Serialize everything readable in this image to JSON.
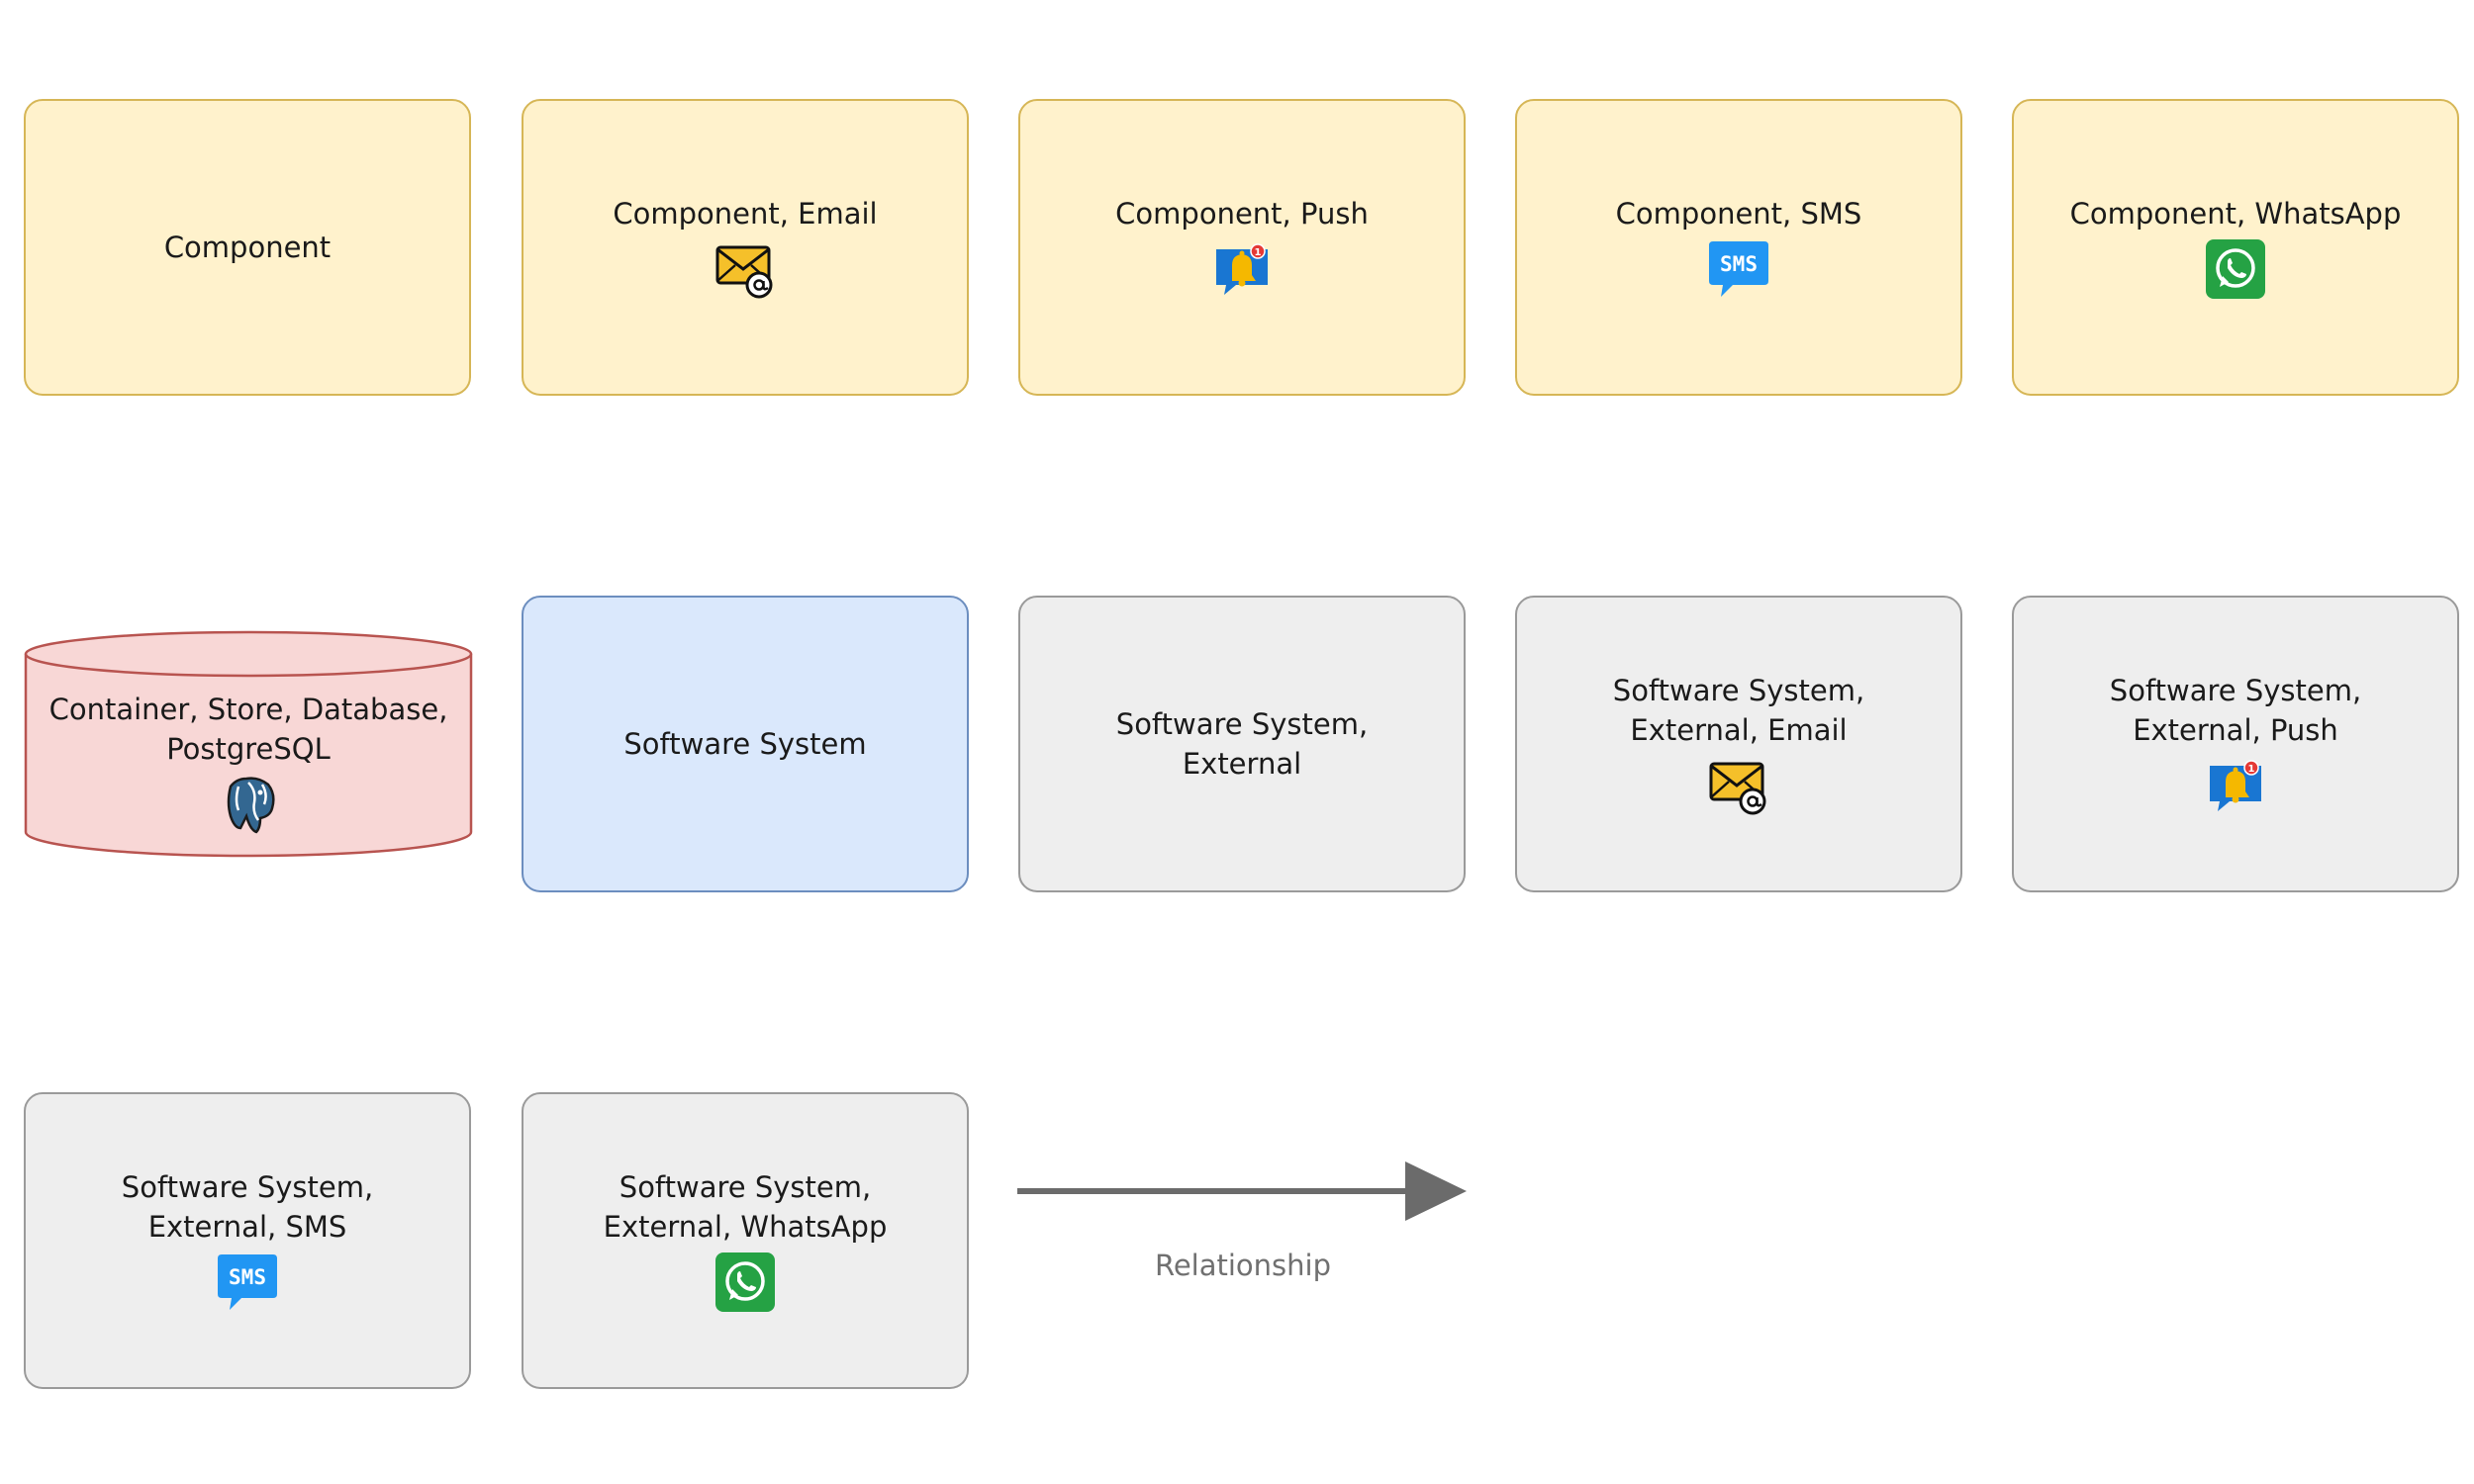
{
  "colors": {
    "component_fill": "#fff2cc",
    "component_border": "#d6b656",
    "system_fill": "#dae8fc",
    "system_border": "#6c8ebf",
    "external_fill": "#eeeeee",
    "external_border": "#9a9a9a",
    "database_fill": "#f8d7d6",
    "database_border": "#b85450",
    "relationship_color": "#6b6b6b"
  },
  "nodes": {
    "component": {
      "label": "Component"
    },
    "component_email": {
      "label": "Component, Email",
      "icon": "email-icon"
    },
    "component_push": {
      "label": "Component, Push",
      "icon": "push-notification-icon"
    },
    "component_sms": {
      "label": "Component, SMS",
      "icon": "sms-icon"
    },
    "component_whatsapp": {
      "label": "Component, WhatsApp",
      "icon": "whatsapp-icon"
    },
    "database": {
      "label": "Container, Store,\nDatabase, PostgreSQL",
      "icon": "postgresql-icon"
    },
    "software_system": {
      "label": "Software System"
    },
    "external": {
      "label": "Software System,\nExternal"
    },
    "external_email": {
      "label": "Software System,\nExternal, Email",
      "icon": "email-icon"
    },
    "external_push": {
      "label": "Software System,\nExternal, Push",
      "icon": "push-notification-icon"
    },
    "external_sms": {
      "label": "Software System,\nExternal, SMS",
      "icon": "sms-icon"
    },
    "external_whatsapp": {
      "label": "Software System,\nExternal, WhatsApp",
      "icon": "whatsapp-icon"
    }
  },
  "relationship": {
    "label": "Relationship"
  }
}
